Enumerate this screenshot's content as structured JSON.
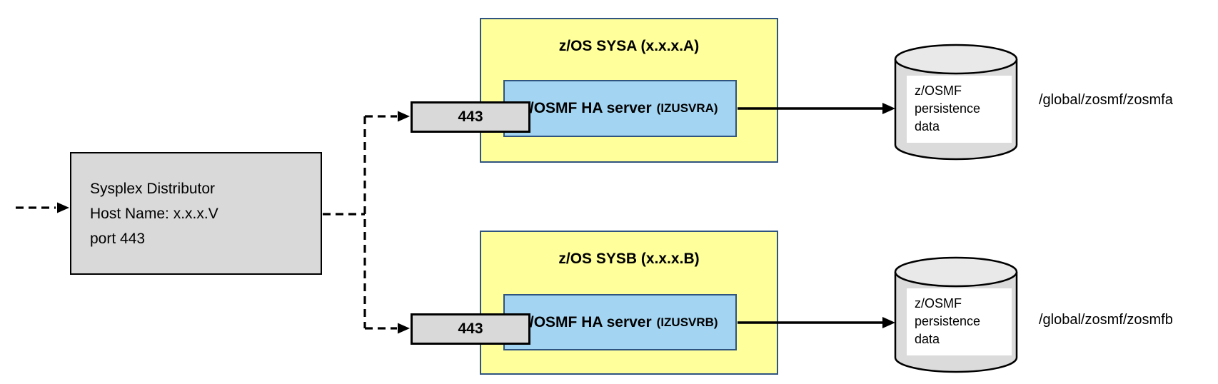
{
  "diagram": {
    "distributor": {
      "line1": "Sysplex Distributor",
      "line2": "Host Name: x.x.x.V",
      "line3": "port 443"
    },
    "systems": [
      {
        "title": "z/OS SYSA (x.x.x.A)",
        "port": "443",
        "server": "z/OSMF HA server",
        "instance": "(IZUSVRA)",
        "store_line1": "z/OSMF",
        "store_line2": "persistence",
        "store_line3": "data",
        "path": "/global/zosmf/zosmfa"
      },
      {
        "title": "z/OS SYSB (x.x.x.B)",
        "port": "443",
        "server": "z/OSMF HA server",
        "instance": "(IZUSVRB)",
        "store_line1": "z/OSMF",
        "store_line2": "persistence",
        "store_line3": "data",
        "path": "/global/zosmf/zosmfb"
      }
    ],
    "colors": {
      "system_fill": "#FFFF9C",
      "system_border": "#2F5480",
      "server_fill": "#A3D5F2",
      "box_fill": "#D9D9D9",
      "box_border": "#000000",
      "cylinder_fill": "#DBDBDB",
      "cylinder_top_fill": "#E9E9E9",
      "connector_color": "#000000"
    }
  }
}
